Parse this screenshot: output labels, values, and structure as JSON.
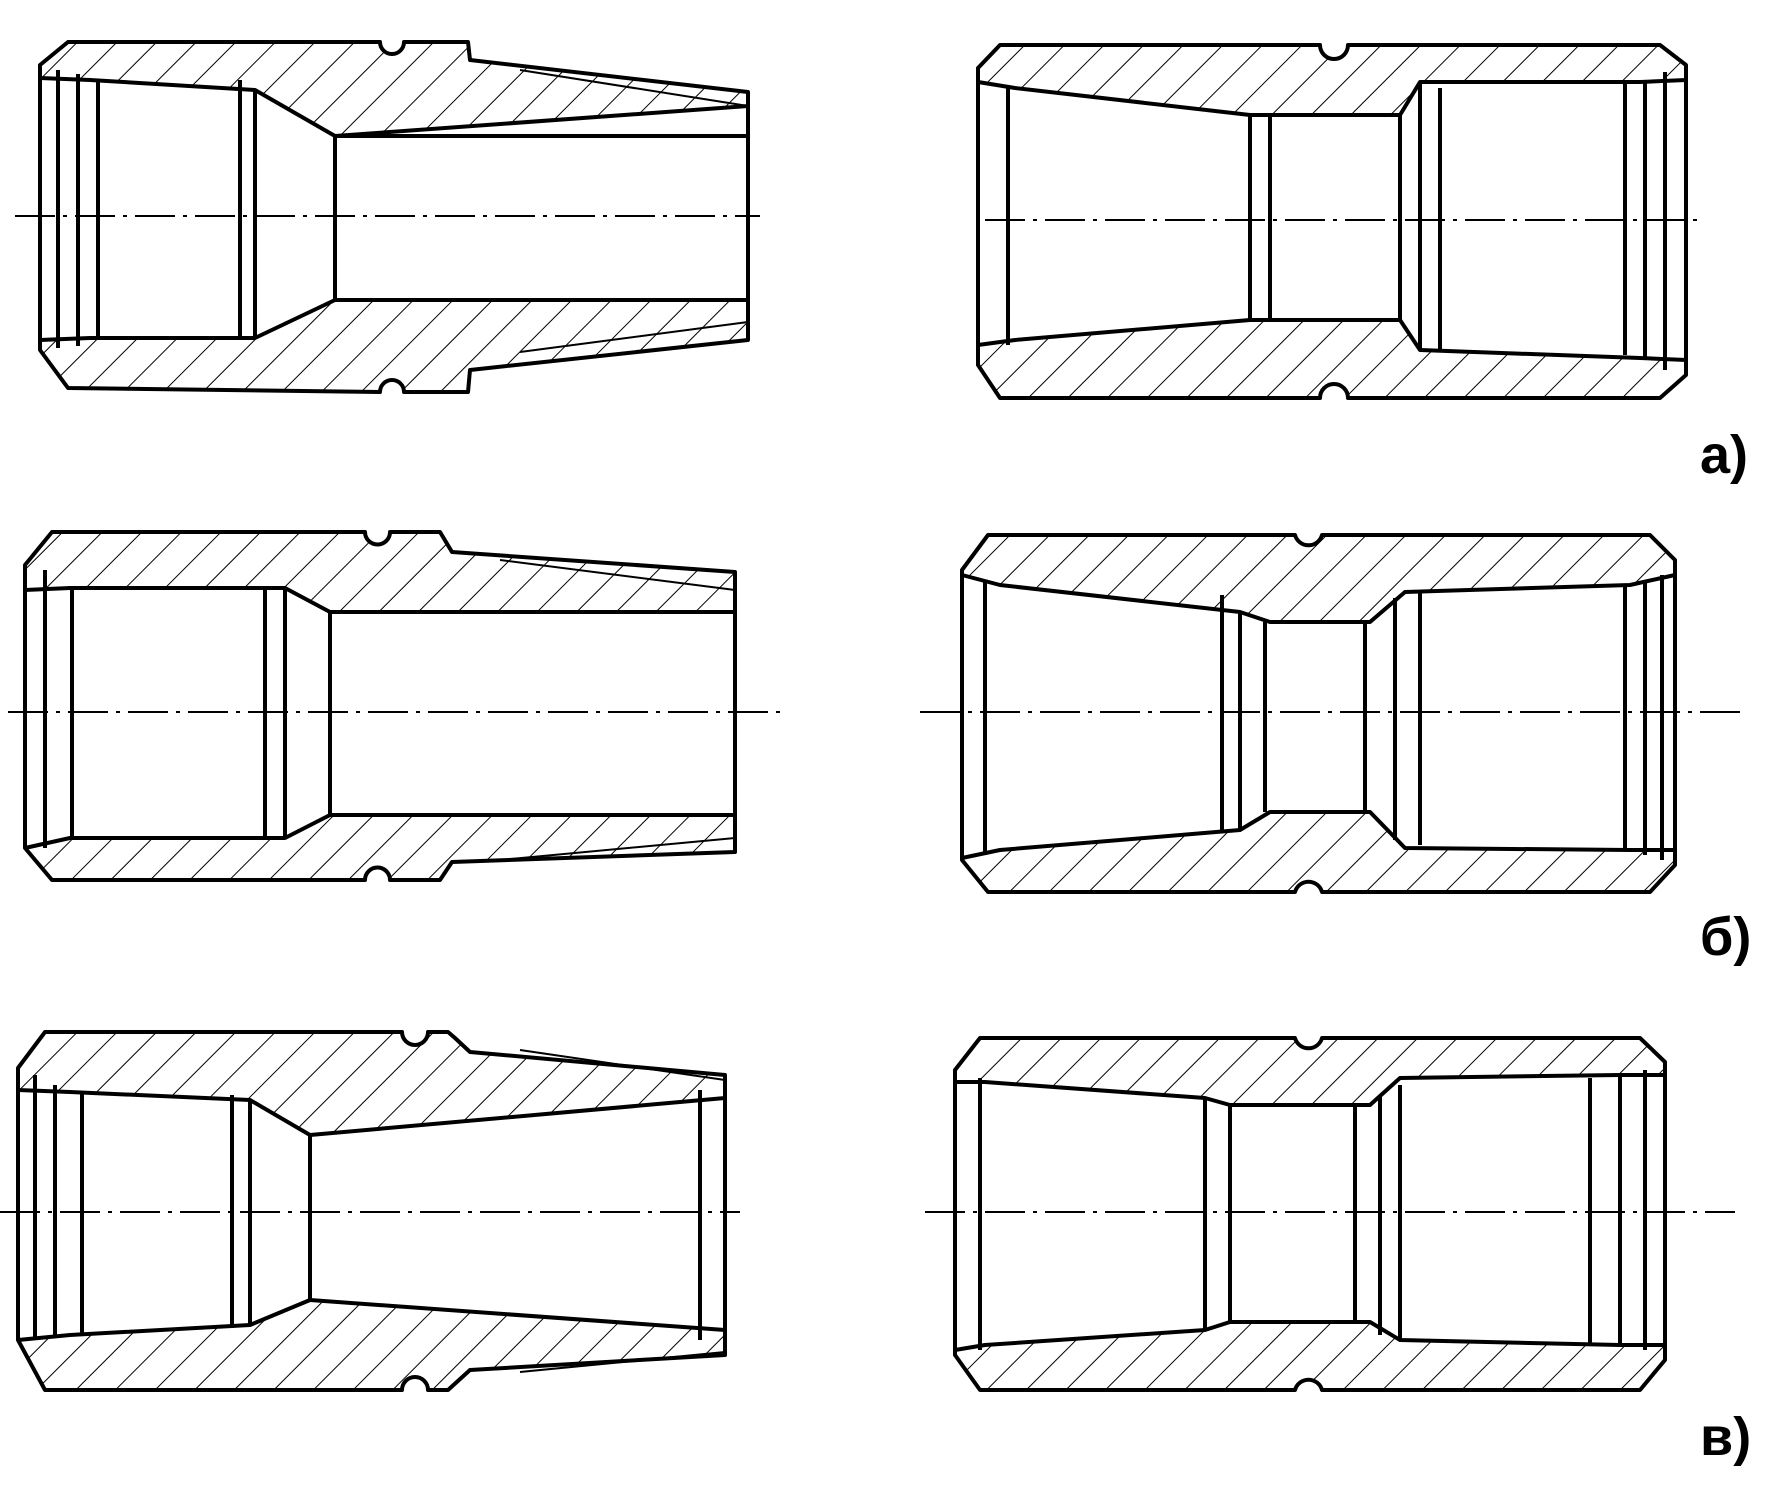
{
  "labels": {
    "a": "а)",
    "b": "б)",
    "v": "в)"
  },
  "colors": {
    "line": "#000000",
    "background": "#ffffff"
  },
  "rows": [
    {
      "id": "a",
      "left_fitting": "nipple-cylindrical-bore",
      "right_fitting": "coupling-taper-thread-left"
    },
    {
      "id": "b",
      "left_fitting": "nipple-cylindrical-bore",
      "right_fitting": "coupling-double-taper"
    },
    {
      "id": "v",
      "left_fitting": "nipple-double-taper",
      "right_fitting": "coupling-double-taper"
    }
  ]
}
